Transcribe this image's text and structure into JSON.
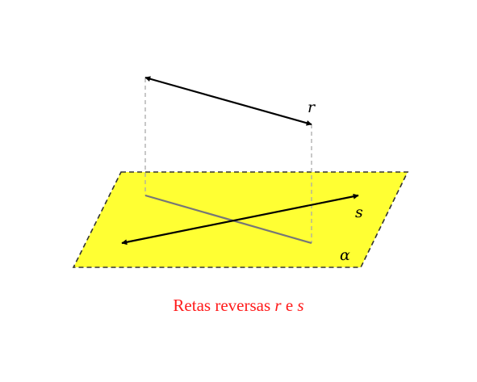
{
  "diagram": {
    "plane_label": "α",
    "line_r_label": "r",
    "line_s_label": "s"
  },
  "caption": {
    "prefix": "Retas reversas",
    "r": "r",
    "conj": "e",
    "s": "s"
  },
  "colors": {
    "plane_fill": "#ffff33",
    "plane_border": "#333333",
    "caption": "#ff1a1a",
    "projection": "#777777",
    "guide": "#aaaaaa",
    "lines": "#000000"
  }
}
